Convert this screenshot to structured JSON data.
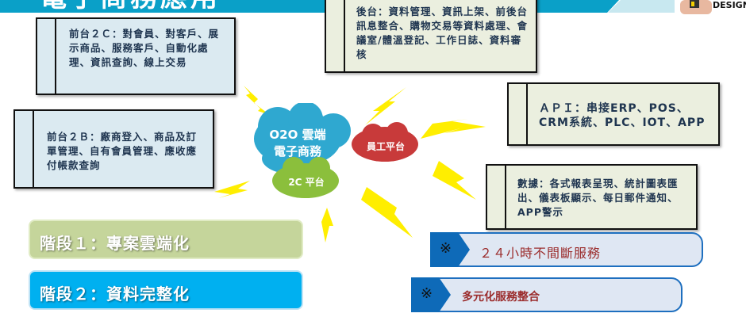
{
  "header": {
    "title": "電子商務應用",
    "logo_text": "DESIGN"
  },
  "boxes": {
    "front_2c": "前台２Ｃ：對會員、對客戶、展示商品、服務客戶、自動化處理、資訊查詢、線上交易",
    "front_2b": "前台２Ｂ：廠商登入、商品及訂單管理、自有會員管理、應收應付帳款查詢",
    "backend": "後台：資料管理、資訊上架、前後台訊息整合、購物交易等資料處理、會議室/體溫登記、工作日誌、資料審核",
    "api": "ＡＰＩ：串接ERP、POS、CRM系統、PLC、IOT、APP",
    "data": "數據：各式報表呈現、統計圖表匯出、儀表板顯示、每日郵件通知、APP警示"
  },
  "clouds": {
    "main": "O2O 雲端電子商務",
    "staff": "員工平台",
    "c2": "2C 平台"
  },
  "stages": [
    "階段１：專案雲端化",
    "階段２：資料完整化"
  ],
  "tags": [
    {
      "mark": "※",
      "label": "２４小時不間斷服務"
    },
    {
      "mark": "※",
      "label": "多元化服務整合"
    }
  ],
  "colors": {
    "banner": "#0aa0c8",
    "stage1": "#c5d59b",
    "stage2": "#00b0f0",
    "cloud_blue": "#2fa8d0",
    "cloud_red": "#c83a3a",
    "cloud_green": "#8bbf3c",
    "bolt": "#ffee00"
  }
}
